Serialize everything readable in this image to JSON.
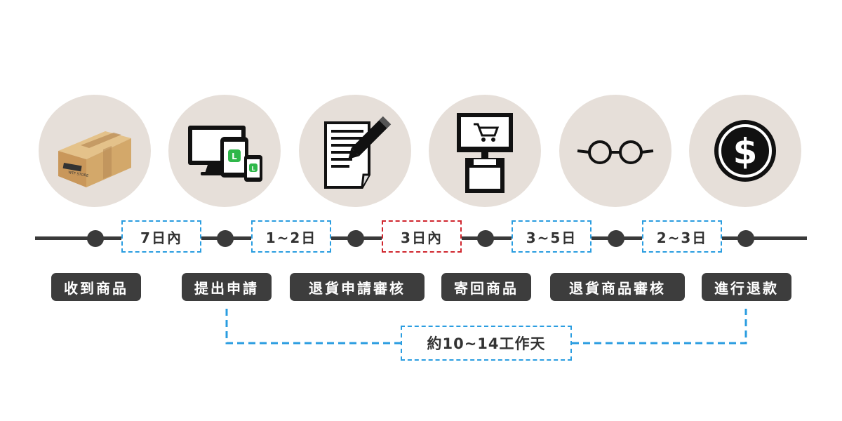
{
  "steps": [
    {
      "label": "收到商品",
      "icon": "package-box-icon"
    },
    {
      "label": "提出申請",
      "icon": "devices-line-app-icon"
    },
    {
      "label": "退貨申請審核",
      "icon": "document-pen-icon"
    },
    {
      "label": "寄回商品",
      "icon": "shopping-kiosk-icon"
    },
    {
      "label": "退貨商品審核",
      "icon": "glasses-icon"
    },
    {
      "label": "進行退款",
      "icon": "dollar-coin-icon"
    }
  ],
  "durations": [
    {
      "label": "7日內",
      "color": "#2a9de0"
    },
    {
      "label": "1~2日",
      "color": "#2a9de0"
    },
    {
      "label": "3日內",
      "color": "#d0262e"
    },
    {
      "label": "3~5日",
      "color": "#2a9de0"
    },
    {
      "label": "2~3日",
      "color": "#2a9de0"
    }
  ],
  "total": {
    "label": "約10~14工作天"
  },
  "colors": {
    "circle_bg": "#e6dfd9",
    "line": "#3a3a3a",
    "label_bg": "#3d3d3d",
    "dash_blue": "#2a9de0",
    "dash_red": "#d0262e",
    "line_app_green": "#2fb74a",
    "box_brown": "#d3a86a"
  }
}
